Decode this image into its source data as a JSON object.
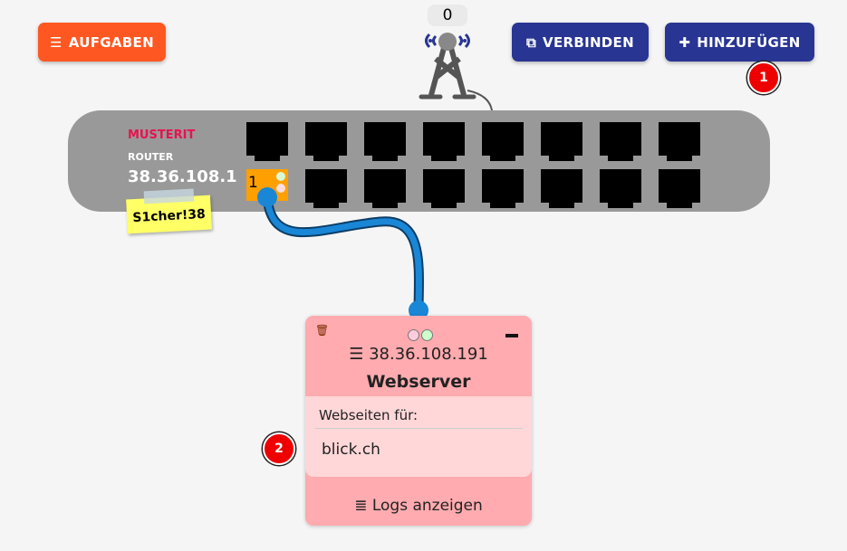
{
  "toolbar": {
    "tasks_label": "AUFGABEN",
    "connect_label": "VERBINDEN",
    "add_label": "HINZUFÜGEN"
  },
  "antenna": {
    "count": "0"
  },
  "router": {
    "brand": "MUSTERIT",
    "type": "ROUTER",
    "ip": "38.36.108.1",
    "password_note": "S1cher!38",
    "port_label": "1"
  },
  "badges": {
    "add": "1",
    "domain": "2"
  },
  "server": {
    "ip": "38.36.108.191",
    "name": "Webserver",
    "websites_label": "Webseiten für:",
    "website": "blick.ch",
    "logs_label": "Logs anzeigen"
  },
  "colors": {
    "orange": "#ff5722",
    "navy": "#283593",
    "card": "#ffabaf",
    "cable": "#1a86d6"
  }
}
